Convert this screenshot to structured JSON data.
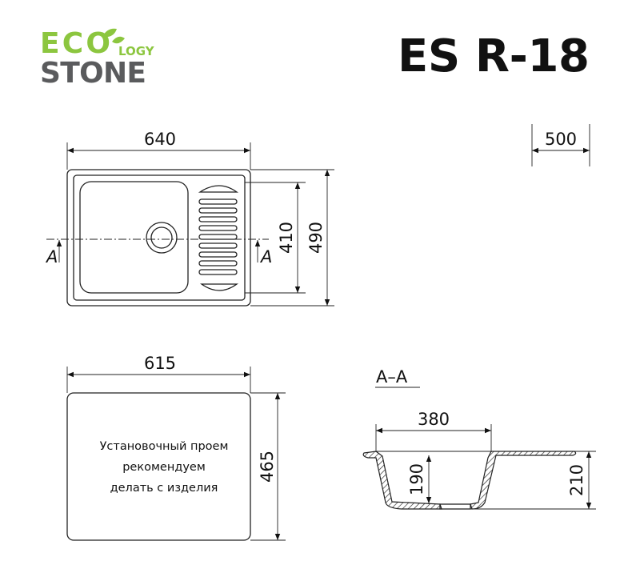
{
  "logo": {
    "eco": "ECO",
    "logy": "LOGY",
    "stone": "STONE",
    "eco_color": "#8cc63f",
    "stone_color": "#5a5b5d"
  },
  "title": "ES R-18",
  "dimensions": {
    "top_width": "640",
    "cabinet": "500",
    "inner_depth": "410",
    "outer_depth": "490",
    "cutout_width": "615",
    "cutout_depth": "465",
    "bowl_width": "380",
    "bowl_depth": "190",
    "total_height": "210"
  },
  "section": {
    "marker_left": "A",
    "marker_right": "A",
    "label": "A–A"
  },
  "note": [
    "Установочный проем",
    "рекомендуем",
    "делать с изделия"
  ]
}
